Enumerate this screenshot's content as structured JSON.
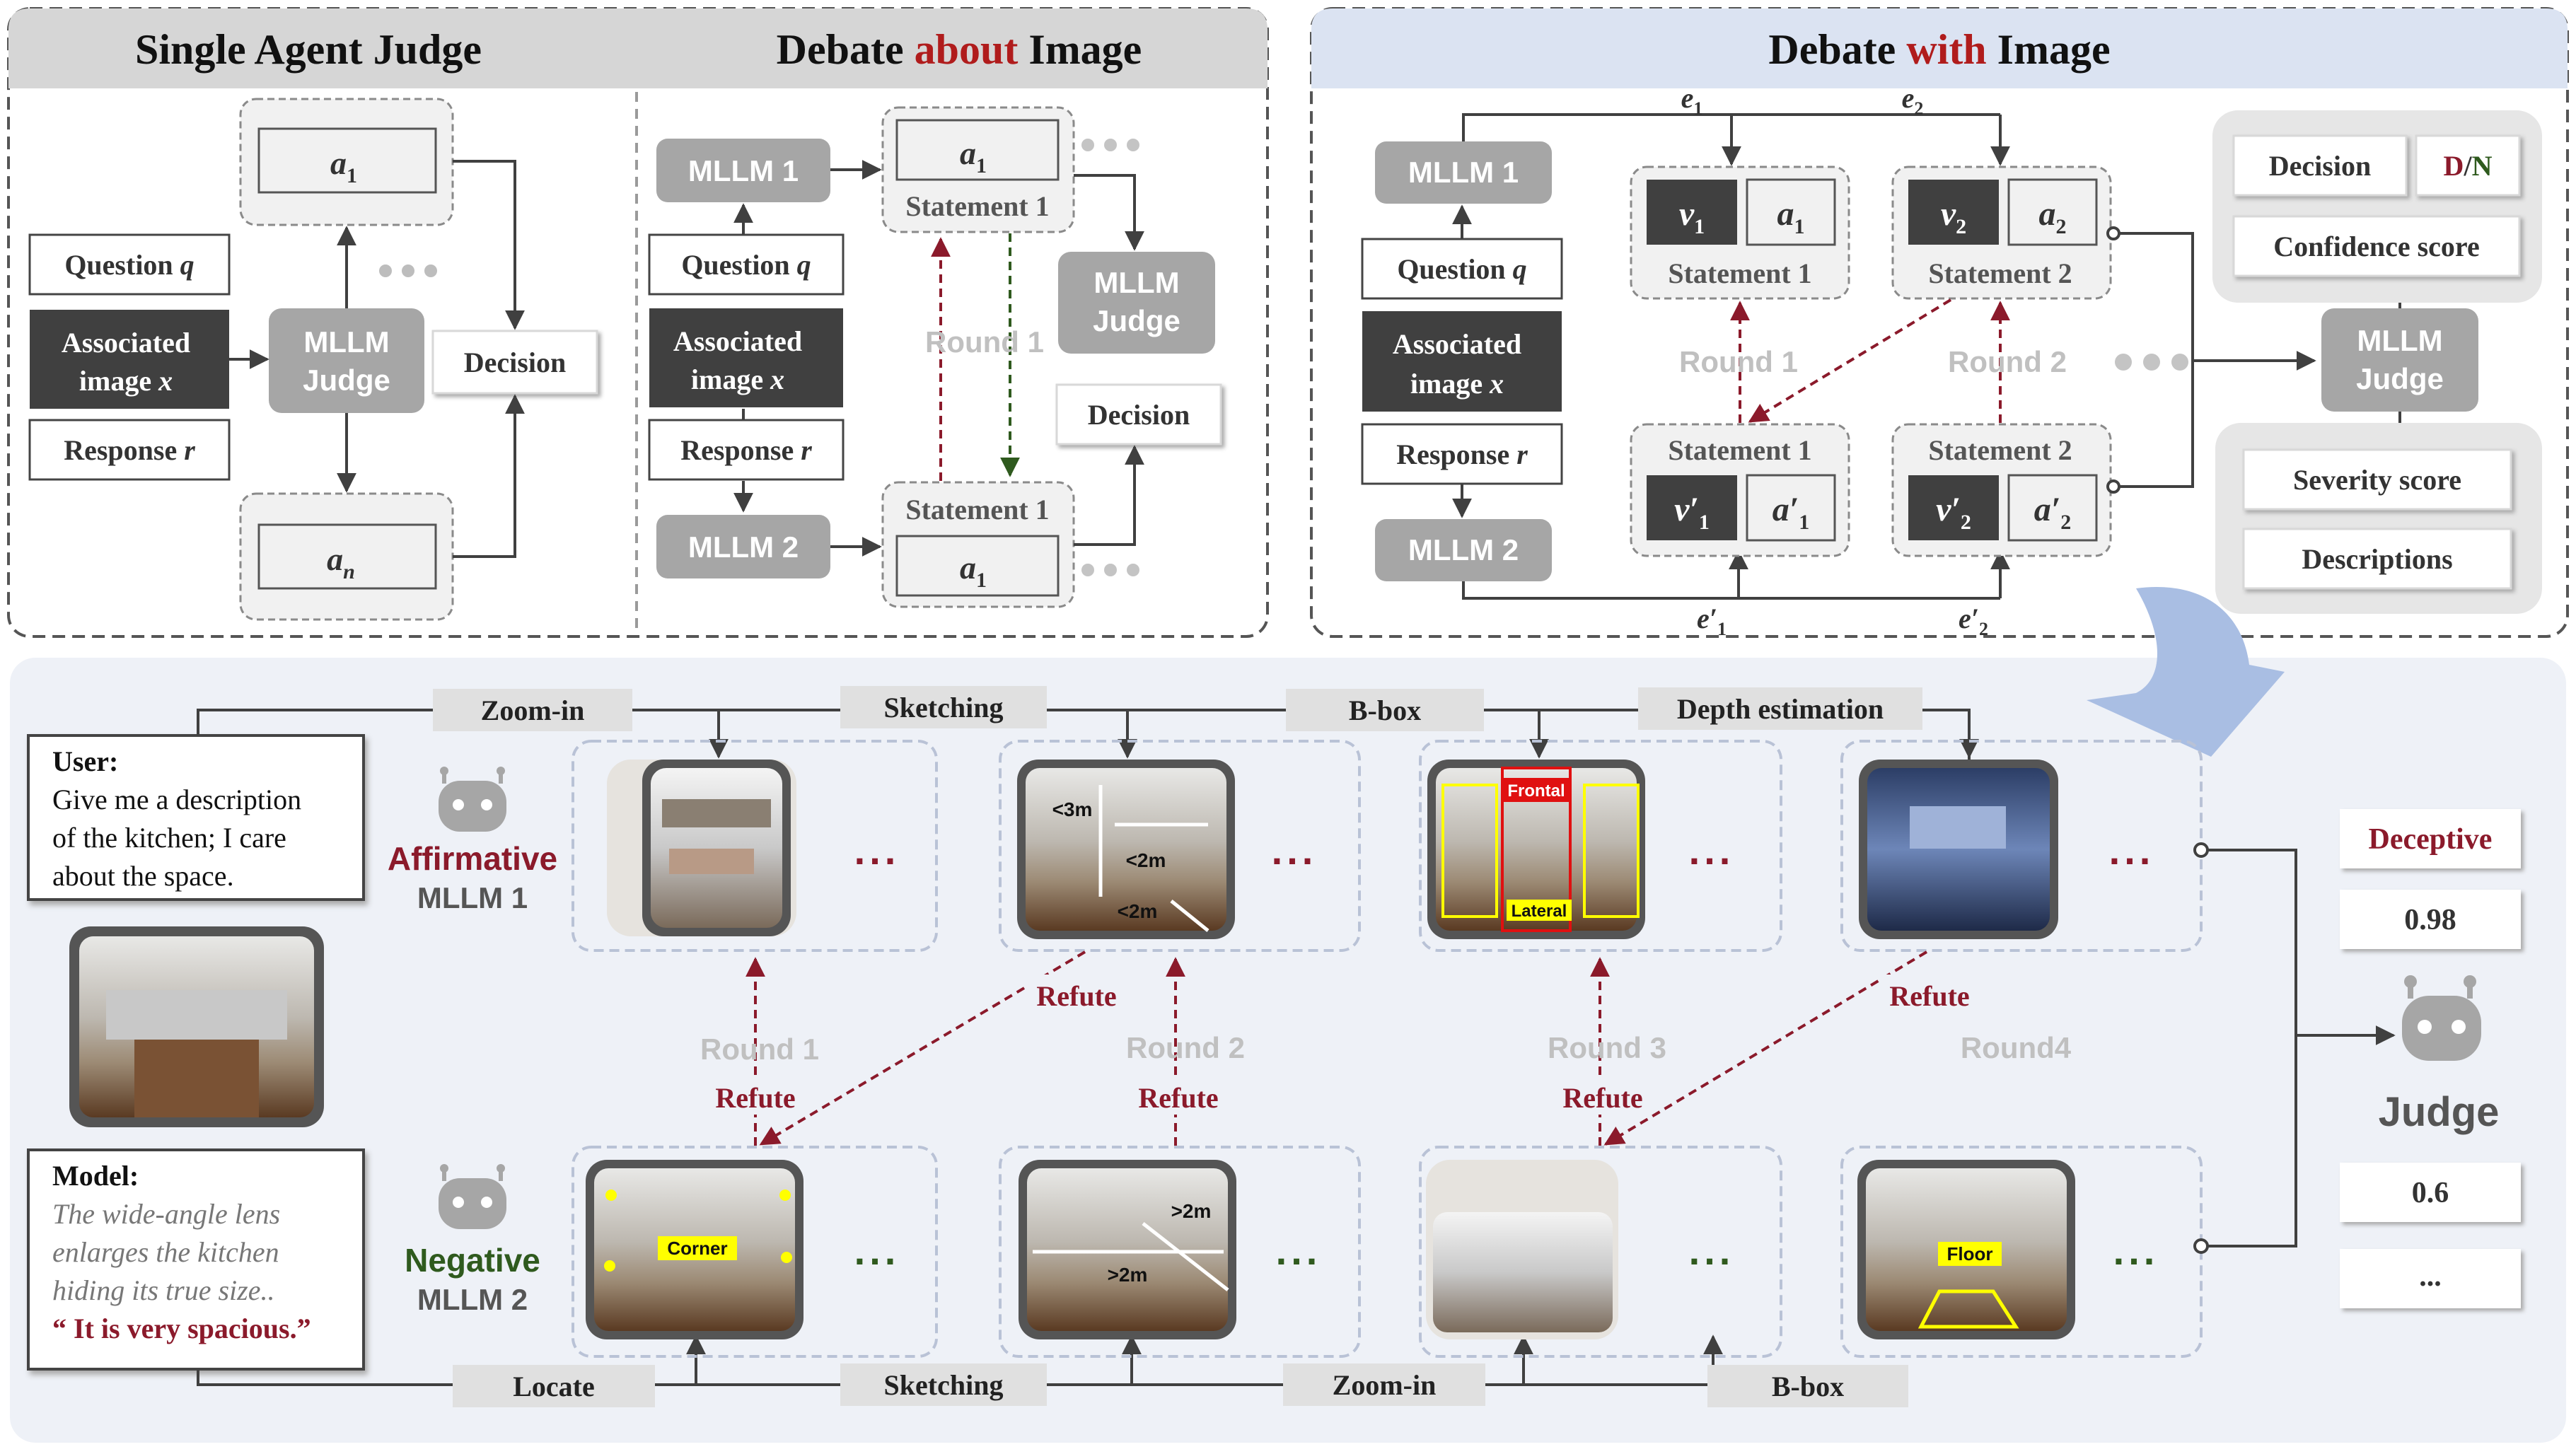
{
  "colors": {
    "accent_red": "#8b1a2b",
    "accent_green": "#2f5a1e",
    "mllm_box": "#a6a6a6",
    "assoc_box": "#404040",
    "header_gray": "#d6d6d6",
    "header_blue": "#dbe3f2",
    "bottom_bg": "#eef1f7",
    "arrow_blue": "#a9bee3"
  },
  "panel1": {
    "title": "Single Agent Judge",
    "answer_top": "a",
    "answer_top_sub": "1",
    "answer_bottom": "a",
    "answer_bottom_sub": "n",
    "question_label": "Question",
    "question_var": "q",
    "assoc_line1": "Associated",
    "assoc_line2": "image",
    "assoc_var": "x",
    "response_label": "Response",
    "response_var": "r",
    "judge_line1": "MLLM",
    "judge_line2": "Judge",
    "decision": "Decision"
  },
  "panel2": {
    "title_pre": "Debate ",
    "title_accent": "about",
    "title_post": " Image",
    "mllm1": "MLLM 1",
    "mllm2": "MLLM 2",
    "question_label": "Question",
    "question_var": "q",
    "assoc_line1": "Associated",
    "assoc_line2": "image",
    "assoc_var": "x",
    "response_label": "Response",
    "response_var": "r",
    "stmt_top_var": "a",
    "stmt_top_sub": "1",
    "stmt_top_label": "Statement 1",
    "stmt_bot_label": "Statement 1",
    "stmt_bot_var": "a",
    "stmt_bot_sub": "1",
    "round": "Round 1",
    "judge_line1": "MLLM",
    "judge_line2": "Judge",
    "decision": "Decision"
  },
  "panel3": {
    "title_pre": "Debate ",
    "title_accent": "with",
    "title_post": " Image",
    "mllm1": "MLLM 1",
    "mllm2": "MLLM 2",
    "question_label": "Question",
    "question_var": "q",
    "assoc_line1": "Associated",
    "assoc_line2": "image",
    "assoc_var": "x",
    "response_label": "Response",
    "response_var": "r",
    "e1": "e",
    "e1_sub": "1",
    "e2": "e",
    "e2_sub": "2",
    "e1p": "e′",
    "e1p_sub": "1",
    "e2p": "e′",
    "e2p_sub": "2",
    "s1_label": "Statement 1",
    "s2_label": "Statement 2",
    "s1p_label": "Statement 1",
    "s2p_label": "Statement 2",
    "v": "v",
    "a": "a",
    "vp": "v′",
    "ap": "a′",
    "sub1": "1",
    "sub2": "2",
    "round1": "Round 1",
    "round2": "Round 2",
    "judge_line1": "MLLM",
    "judge_line2": "Judge",
    "decision": "Decision",
    "dn_d": "D",
    "dn_sep": "/",
    "dn_n": "N",
    "confidence": "Confidence score",
    "severity": "Severity score",
    "descriptions": "Descriptions"
  },
  "bottom": {
    "user_label": "User:",
    "user_text": [
      "Give me a description",
      "of the kitchen; I care",
      "about the space."
    ],
    "model_label": "Model:",
    "model_text": [
      "The wide-angle lens",
      "enlarges the kitchen",
      "hiding its true size.."
    ],
    "model_quote": "“ It is very spacious.”",
    "affirmative": "Affirmative",
    "affirmative_model": "MLLM 1",
    "negative": "Negative",
    "negative_model": "MLLM 2",
    "top_tools": [
      "Zoom-in",
      "Sketching",
      "B-box",
      "Depth estimation"
    ],
    "bottom_tools": [
      "Locate",
      "Sketching",
      "Zoom-in",
      "B-box"
    ],
    "rounds": [
      "Round 1",
      "Round 2",
      "Round 3",
      "Round4"
    ],
    "refute": "Refute",
    "sketch_top": [
      "<3m",
      "<2m",
      "<2m"
    ],
    "bbox_labels": [
      "Frontal",
      "Lateral"
    ],
    "corner": "Corner",
    "sketch_bottom": [
      ">2m",
      ">2m"
    ],
    "floor": "Floor",
    "deceptive": "Deceptive",
    "score_top": "0.98",
    "judge": "Judge",
    "score_bottom": "0.6",
    "more": "..."
  }
}
